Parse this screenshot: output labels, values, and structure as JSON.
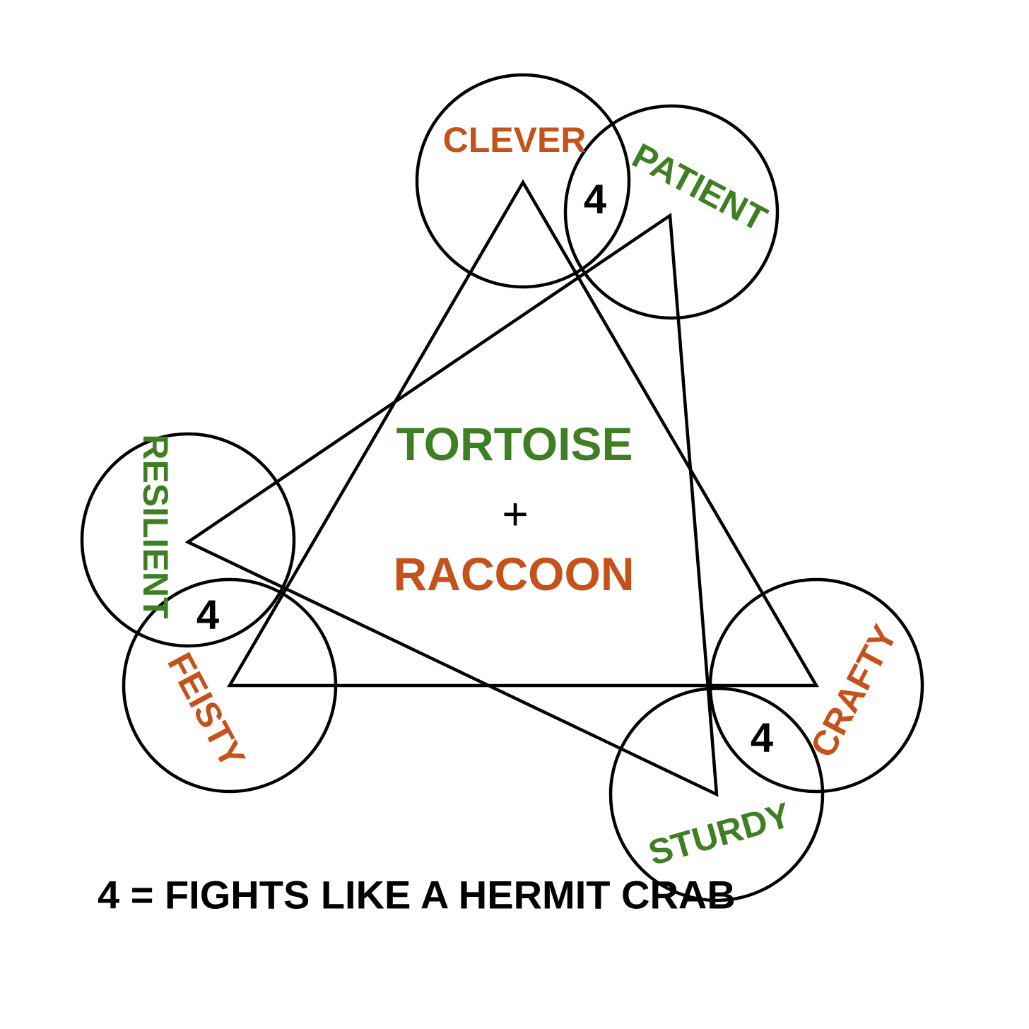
{
  "colors": {
    "orange": "#C4521A",
    "green": "#3E7F23",
    "black": "#000000",
    "background": "#FFFFFF"
  },
  "center": {
    "top_word": "TORTOISE",
    "operator": "+",
    "bottom_word": "RACCOON"
  },
  "traits": {
    "clever": "CLEVER",
    "patient": "PATIENT",
    "resilient": "RESILIENT",
    "feisty": "FEISTY",
    "crafty": "CRAFTY",
    "sturdy": "STURDY"
  },
  "overlaps": {
    "top": "4",
    "left": "4",
    "bottom_right": "4"
  },
  "legend": "4 = FIGHTS LIKE A HERMIT CRAB"
}
